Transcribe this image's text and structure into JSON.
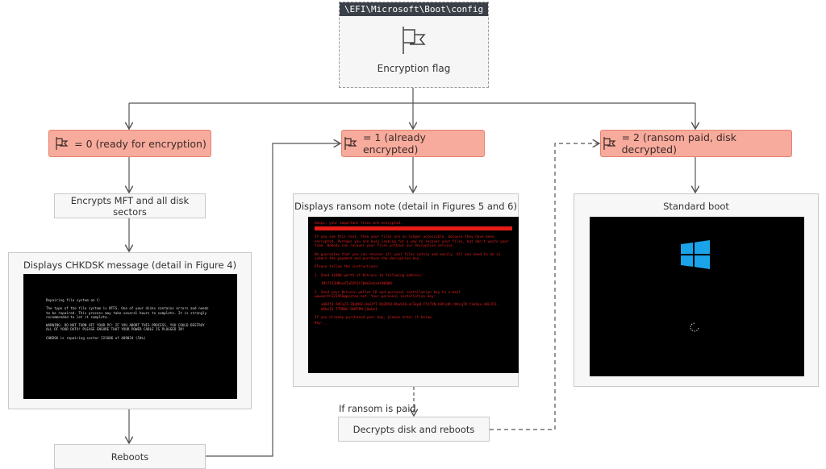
{
  "config": {
    "path": "\\EFI\\Microsoft\\Boot\\config",
    "label": "Encryption flag",
    "icon": "flag-icon"
  },
  "states": [
    {
      "label": "= 0 (ready for encryption)"
    },
    {
      "label": "= 1 (already encrypted)"
    },
    {
      "label": "= 2 (ransom paid, disk decrypted)"
    }
  ],
  "left": {
    "encrypts": "Encrypts MFT and all disk sectors",
    "chkdsk_title": "Displays CHKDSK message (detail in Figure 4)",
    "reboots": "Reboots",
    "screen": [
      "Repairing file system on C:",
      "The type of the file system is NTFS. One of your disks contains errors and needs to be repaired. This process may take several hours to complete. It is strongly recommended to let it complete.",
      "WARNING: DO NOT TURN OFF YOUR PC! IF YOU ABORT THIS PROCESS, YOU COULD DESTROY ALL OF YOUR DATA! PLEASE ENSURE THAT YOUR POWER CABLE IS PLUGGED IN!",
      "CHKDSK is repairing sector 221606 of 409024 (54%)"
    ]
  },
  "center": {
    "ransom_title": "Displays ransom note (detail in Figures 5 and 6)",
    "if_paid": "If ransom is paid",
    "decrypts": "Decrypts disk and reboots",
    "screen": [
      "Ooops, your important files are encrypted.",
      "If you see this text, then your files are no longer accessible, because they have been encrypted. Perhaps you are busy looking for a way to recover your files, but don't waste your time. Nobody can recover your files without our decryption service.",
      "We guarantee that you can recover all your files safely and easily. All you need to do is submit the payment and purchase the decryption key.",
      "Please follow the instructions:",
      "1. Send $1000 worth of Bitcoin to following address:",
      "1Mz7153HMuxXTuR2R1t78mGSdzaAtNbBWX",
      "2. Send your Bitcoin wallet ID and personal installation key to e-mail wowsmith123456@posteo.net. Your personal installation key:",
      "aAB2T4-9XFa23-Z8qM43-Ua6JfT-DQ2R58-Rbe91Q-eC3kp8-F5z7XN-b9h1aM-rV4cgT9 t3e9yx-A8LCP1-W5bnI3-T7RB0e-9kM7PN-jQwbn1",
      "If you already purchased your key, please enter it below.",
      "Key: _"
    ]
  },
  "right": {
    "title": "Standard boot",
    "logo": "windows-logo-icon",
    "spinner": "loading-spinner-icon"
  },
  "colors": {
    "state_fill": "#f7ab9c",
    "state_border": "#e5816f",
    "header": "#3b4048"
  }
}
